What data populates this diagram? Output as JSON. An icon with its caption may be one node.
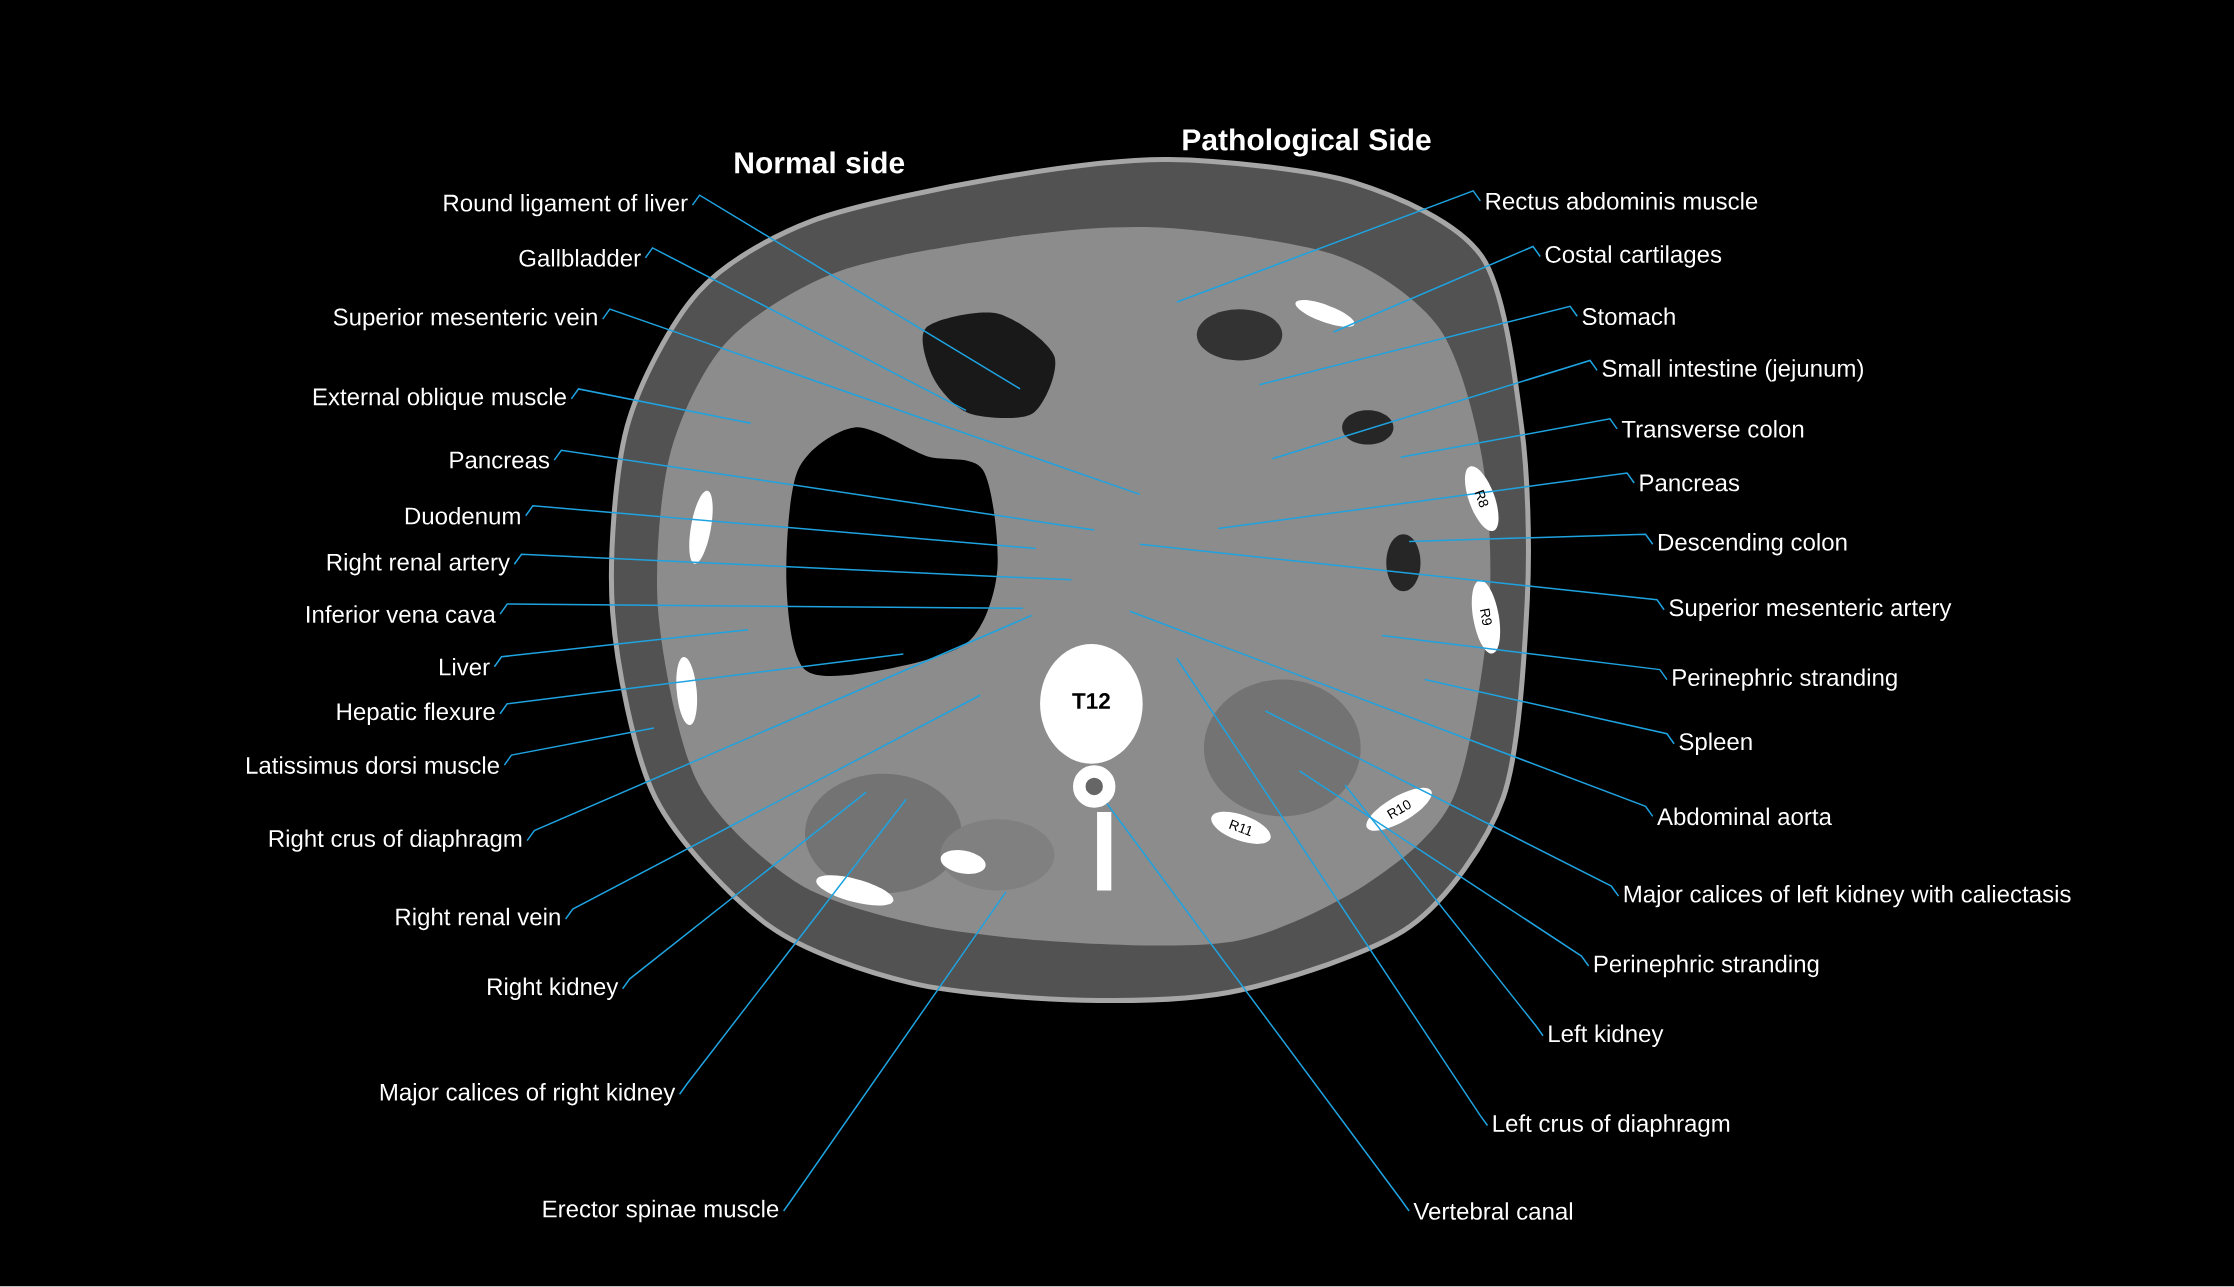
{
  "diagram": {
    "nodes": [
      {
        "text": [
          "Round ligament of liver"
        ]
      },
      {
        "text": [
          "Gallbladder"
        ]
      },
      {
        "text": [
          "Superior mesenteric vein"
        ]
      },
      {
        "text": [
          "External oblique muscle"
        ]
      },
      {
        "text": [
          "Pancreas"
        ]
      },
      {
        "text": [
          "Duodenum"
        ]
      },
      {
        "text": [
          "Right renal artery"
        ]
      },
      {
        "text": [
          "Inferior vena cava"
        ]
      },
      {
        "text": [
          "Liver"
        ]
      },
      {
        "text": [
          "Hepatic flexure"
        ]
      },
      {
        "text": [
          "Latissimus dorsi muscle"
        ]
      },
      {
        "text": [
          "Right crus of diaphragm"
        ]
      },
      {
        "text": [
          "Right renal vein"
        ]
      },
      {
        "text": [
          "Right kidney"
        ]
      },
      {
        "text": [
          "Major calices of right kidney"
        ]
      },
      {
        "text": [
          "Erector spinae muscle"
        ]
      },
      {
        "text": [
          "Rectus abdominis muscle"
        ]
      },
      {
        "text": [
          "Costal cartilages"
        ]
      },
      {
        "text": [
          "Stomach"
        ]
      },
      {
        "text": [
          "Small intestine (jejunum)"
        ]
      },
      {
        "text": [
          "Transverse colon"
        ]
      },
      {
        "text": [
          "Pancreas"
        ]
      },
      {
        "text": [
          "Descending colon"
        ]
      },
      {
        "text": [
          "Superior mesenteric artery"
        ]
      },
      {
        "text": [
          "Perinephric stranding"
        ]
      },
      {
        "text": [
          "Spleen"
        ]
      },
      {
        "text": [
          "Abdominal aorta"
        ]
      },
      {
        "text": [
          "Major calices of left kidney with caliectasis"
        ]
      },
      {
        "text": [
          "Perinephric stranding"
        ]
      },
      {
        "text": [
          "Left kidney"
        ]
      },
      {
        "text": [
          "Left crus of diaphragm"
        ]
      },
      {
        "text": [
          "Vertebral canal"
        ]
      },
      {
        "text": [],
        "shape": "circle"
      }
    ],
    "edges": [
      {
        "from": 0,
        "to": null,
        "arrow": "none"
      },
      {
        "from": 1,
        "to": null,
        "arrow": "none"
      },
      {
        "from": 2,
        "to": null,
        "arrow": "none"
      },
      {
        "from": 3,
        "to": null,
        "arrow": "none"
      },
      {
        "from": 4,
        "to": null,
        "arrow": "none"
      },
      {
        "from": 5,
        "to": null,
        "arrow": "none"
      },
      {
        "from": 6,
        "to": null,
        "arrow": "none"
      },
      {
        "from": 7,
        "to": null,
        "arrow": "none"
      },
      {
        "from": 8,
        "to": null,
        "arrow": "none"
      },
      {
        "from": 9,
        "to": null,
        "arrow": "none"
      },
      {
        "from": 10,
        "to": null,
        "arrow": "none"
      },
      {
        "from": 11,
        "to": null,
        "arrow": "none"
      },
      {
        "from": 12,
        "to": null,
        "arrow": "none"
      },
      {
        "from": 13,
        "to": null,
        "arrow": "none"
      },
      {
        "from": 14,
        "to": null,
        "arrow": "none"
      },
      {
        "from": 15,
        "to": null,
        "arrow": "none"
      },
      {
        "from": 16,
        "to": null,
        "arrow": "none"
      },
      {
        "from": 17,
        "to": null,
        "arrow": "none"
      },
      {
        "from": 18,
        "to": null,
        "arrow": "none"
      },
      {
        "from": 19,
        "to": null,
        "arrow": "none"
      },
      {
        "from": 20,
        "to": null,
        "arrow": "none"
      },
      {
        "from": 21,
        "to": null,
        "arrow": "none"
      },
      {
        "from": 22,
        "to": null,
        "arrow": "none"
      },
      {
        "from": 23,
        "to": null,
        "arrow": "none"
      },
      {
        "from": 24,
        "to": null,
        "arrow": "none"
      },
      {
        "from": 25,
        "to": null,
        "arrow": "none"
      },
      {
        "from": 26,
        "to": null,
        "arrow": "none"
      },
      {
        "from": 27,
        "to": null,
        "arrow": "none"
      },
      {
        "from": 28,
        "to": null,
        "arrow": "none"
      },
      {
        "from": 29,
        "to": null,
        "arrow": "none"
      },
      {
        "from": 30,
        "to": null,
        "arrow": "none"
      },
      {
        "from": 31,
        "to": 32,
        "arrow": "none"
      }
    ],
    "labels": [
      "Pathological Side",
      "Normal side",
      "R8",
      "R9",
      "T12",
      "R10",
      "R11"
    ]
  }
}
